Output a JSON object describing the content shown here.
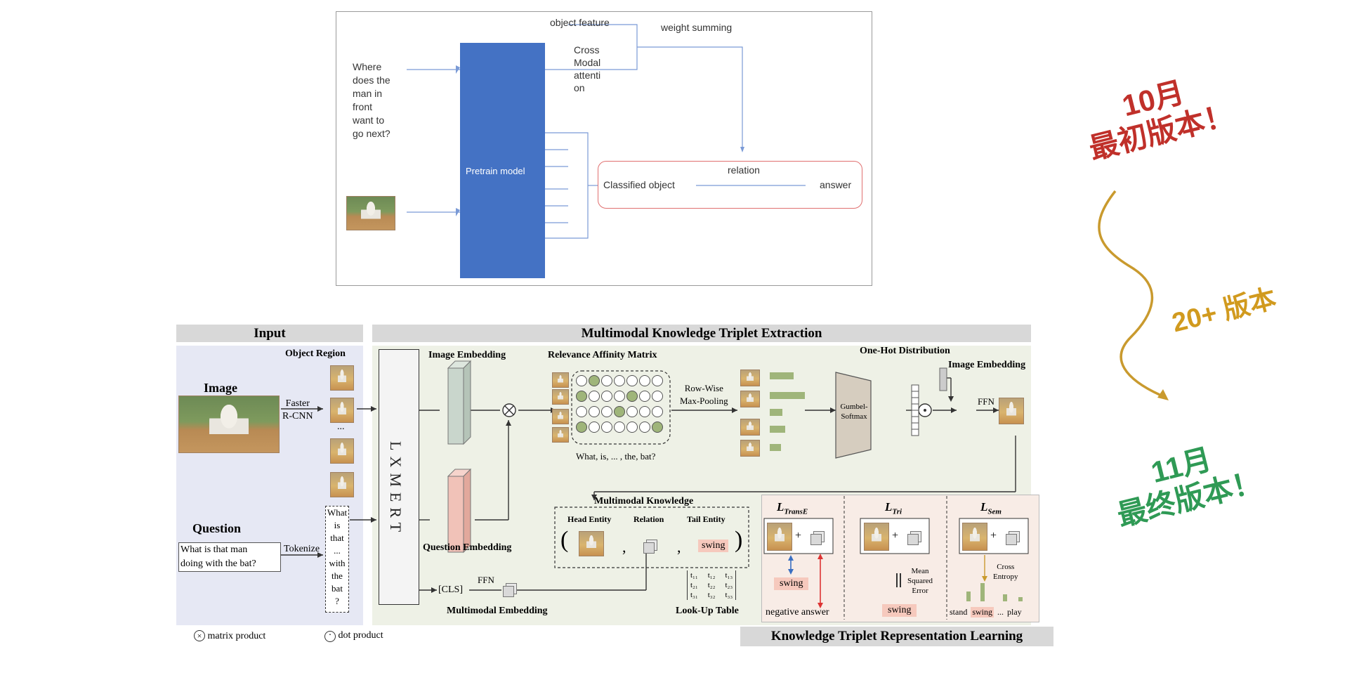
{
  "slide": {
    "early": {
      "object_feature": "object feature",
      "weight_summing": "weight summing",
      "cross_modal": [
        "Cross",
        "Modal",
        "attenti",
        "on"
      ],
      "question_lines": [
        "Where",
        "does the",
        "man in",
        "front",
        "want to",
        "go next?"
      ],
      "pretrain_model": "Pretrain model",
      "relation": "relation",
      "classified_object": "Classified object",
      "answer": "answer"
    },
    "timeline": {
      "oct_month": "10月",
      "oct_label": "最初版本！",
      "middle": "20+ 版本",
      "nov_month": "11月",
      "nov_label": "最终版本！",
      "colors": {
        "oct": "#c0302a",
        "middle": "#d19a1e",
        "nov": "#2f9a55",
        "arrow": "#c99a2e"
      }
    },
    "final": {
      "input_header": "Input",
      "extraction_header": "Multimodal Knowledge Triplet Extraction",
      "object_region": "Object Region",
      "image_label": "Image",
      "faster_rcnn": [
        "Faster",
        "R-CNN"
      ],
      "ellipsis": "...",
      "lxmert": "LXMERT",
      "image_embedding": "Image Embedding",
      "relevance_matrix": "Relevance Affinity Matrix",
      "matrix_caption": "What, is, ... , the, bat?",
      "row_wise": [
        "Row-Wise",
        "Max-Pooling"
      ],
      "one_hot": "One-Hot Distribution",
      "image_embedding_right": "Image Embedding",
      "gumbel": [
        "Gumbel-",
        "Softmax"
      ],
      "ffn": "FFN",
      "question_label": "Question",
      "question_text": [
        "What is that man",
        "doing with the bat?"
      ],
      "tokenize": "Tokenize",
      "tokens": [
        "What",
        "is",
        "that",
        "...",
        "with",
        "the",
        "bat",
        "?"
      ],
      "question_embedding": "Question Embedding",
      "cls": "[CLS]",
      "ffn_small": "FFN",
      "multimodal_embedding": "Multimodal Embedding",
      "multimodal_knowledge": "Multimodal Knowledge",
      "head_entity": "Head Entity",
      "relation": "Relation",
      "tail_entity": "Tail Entity",
      "swing": "swing",
      "lookup_table": "Look-Up Table",
      "lookup_rows": [
        [
          "t₁₁",
          "t₁₂",
          "t₁₃"
        ],
        [
          "t₂₁",
          "t₂₂",
          "t₂₃"
        ],
        [
          "t₃₁",
          "t₃₂",
          "t₃₃"
        ]
      ],
      "l_transe": "L",
      "l_transe_sub": "TransE",
      "l_tri": "L",
      "l_tri_sub": "Tri",
      "l_sem": "L",
      "l_sem_sub": "Sem",
      "negative_answer": "negative answer",
      "mean_squared": [
        "Mean",
        "Squared",
        "Error"
      ],
      "cross_entropy": [
        "Cross",
        "Entropy"
      ],
      "sem_axis": [
        "stand",
        "swing",
        "...",
        "play"
      ],
      "ktrl_header": "Knowledge Triplet Representation Learning",
      "legend_matrix": "matrix product",
      "legend_dot": "dot product"
    }
  }
}
